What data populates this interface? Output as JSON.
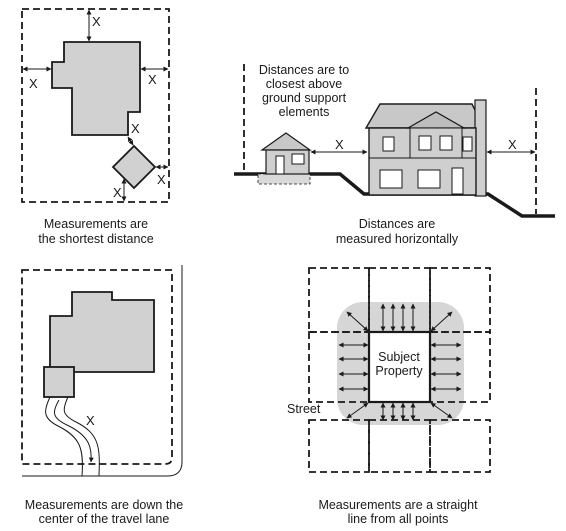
{
  "panels": {
    "shortest": {
      "x_marks": [
        "X",
        "X",
        "X",
        "X",
        "X",
        "X"
      ],
      "caption": [
        "Measurements are",
        "the shortest distance"
      ]
    },
    "horizontal": {
      "note": [
        "Distances are to",
        "closest above",
        "ground support",
        "elements"
      ],
      "x_marks": [
        "X",
        "X"
      ],
      "caption": [
        "Distances are",
        "measured horizontally"
      ]
    },
    "travel_lane": {
      "x_marks": [
        "X"
      ],
      "caption": [
        "Measurements are down the",
        "center of the travel lane"
      ]
    },
    "straight_line": {
      "subject_label": [
        "Subject",
        "Property"
      ],
      "street_label": "Street",
      "caption": [
        "Measurements are a straight",
        "line from all points"
      ]
    }
  },
  "colors": {
    "building_fill": "#d1d1d1",
    "zone_fill": "#d6d6d6",
    "ink": "#1a1a1a"
  }
}
